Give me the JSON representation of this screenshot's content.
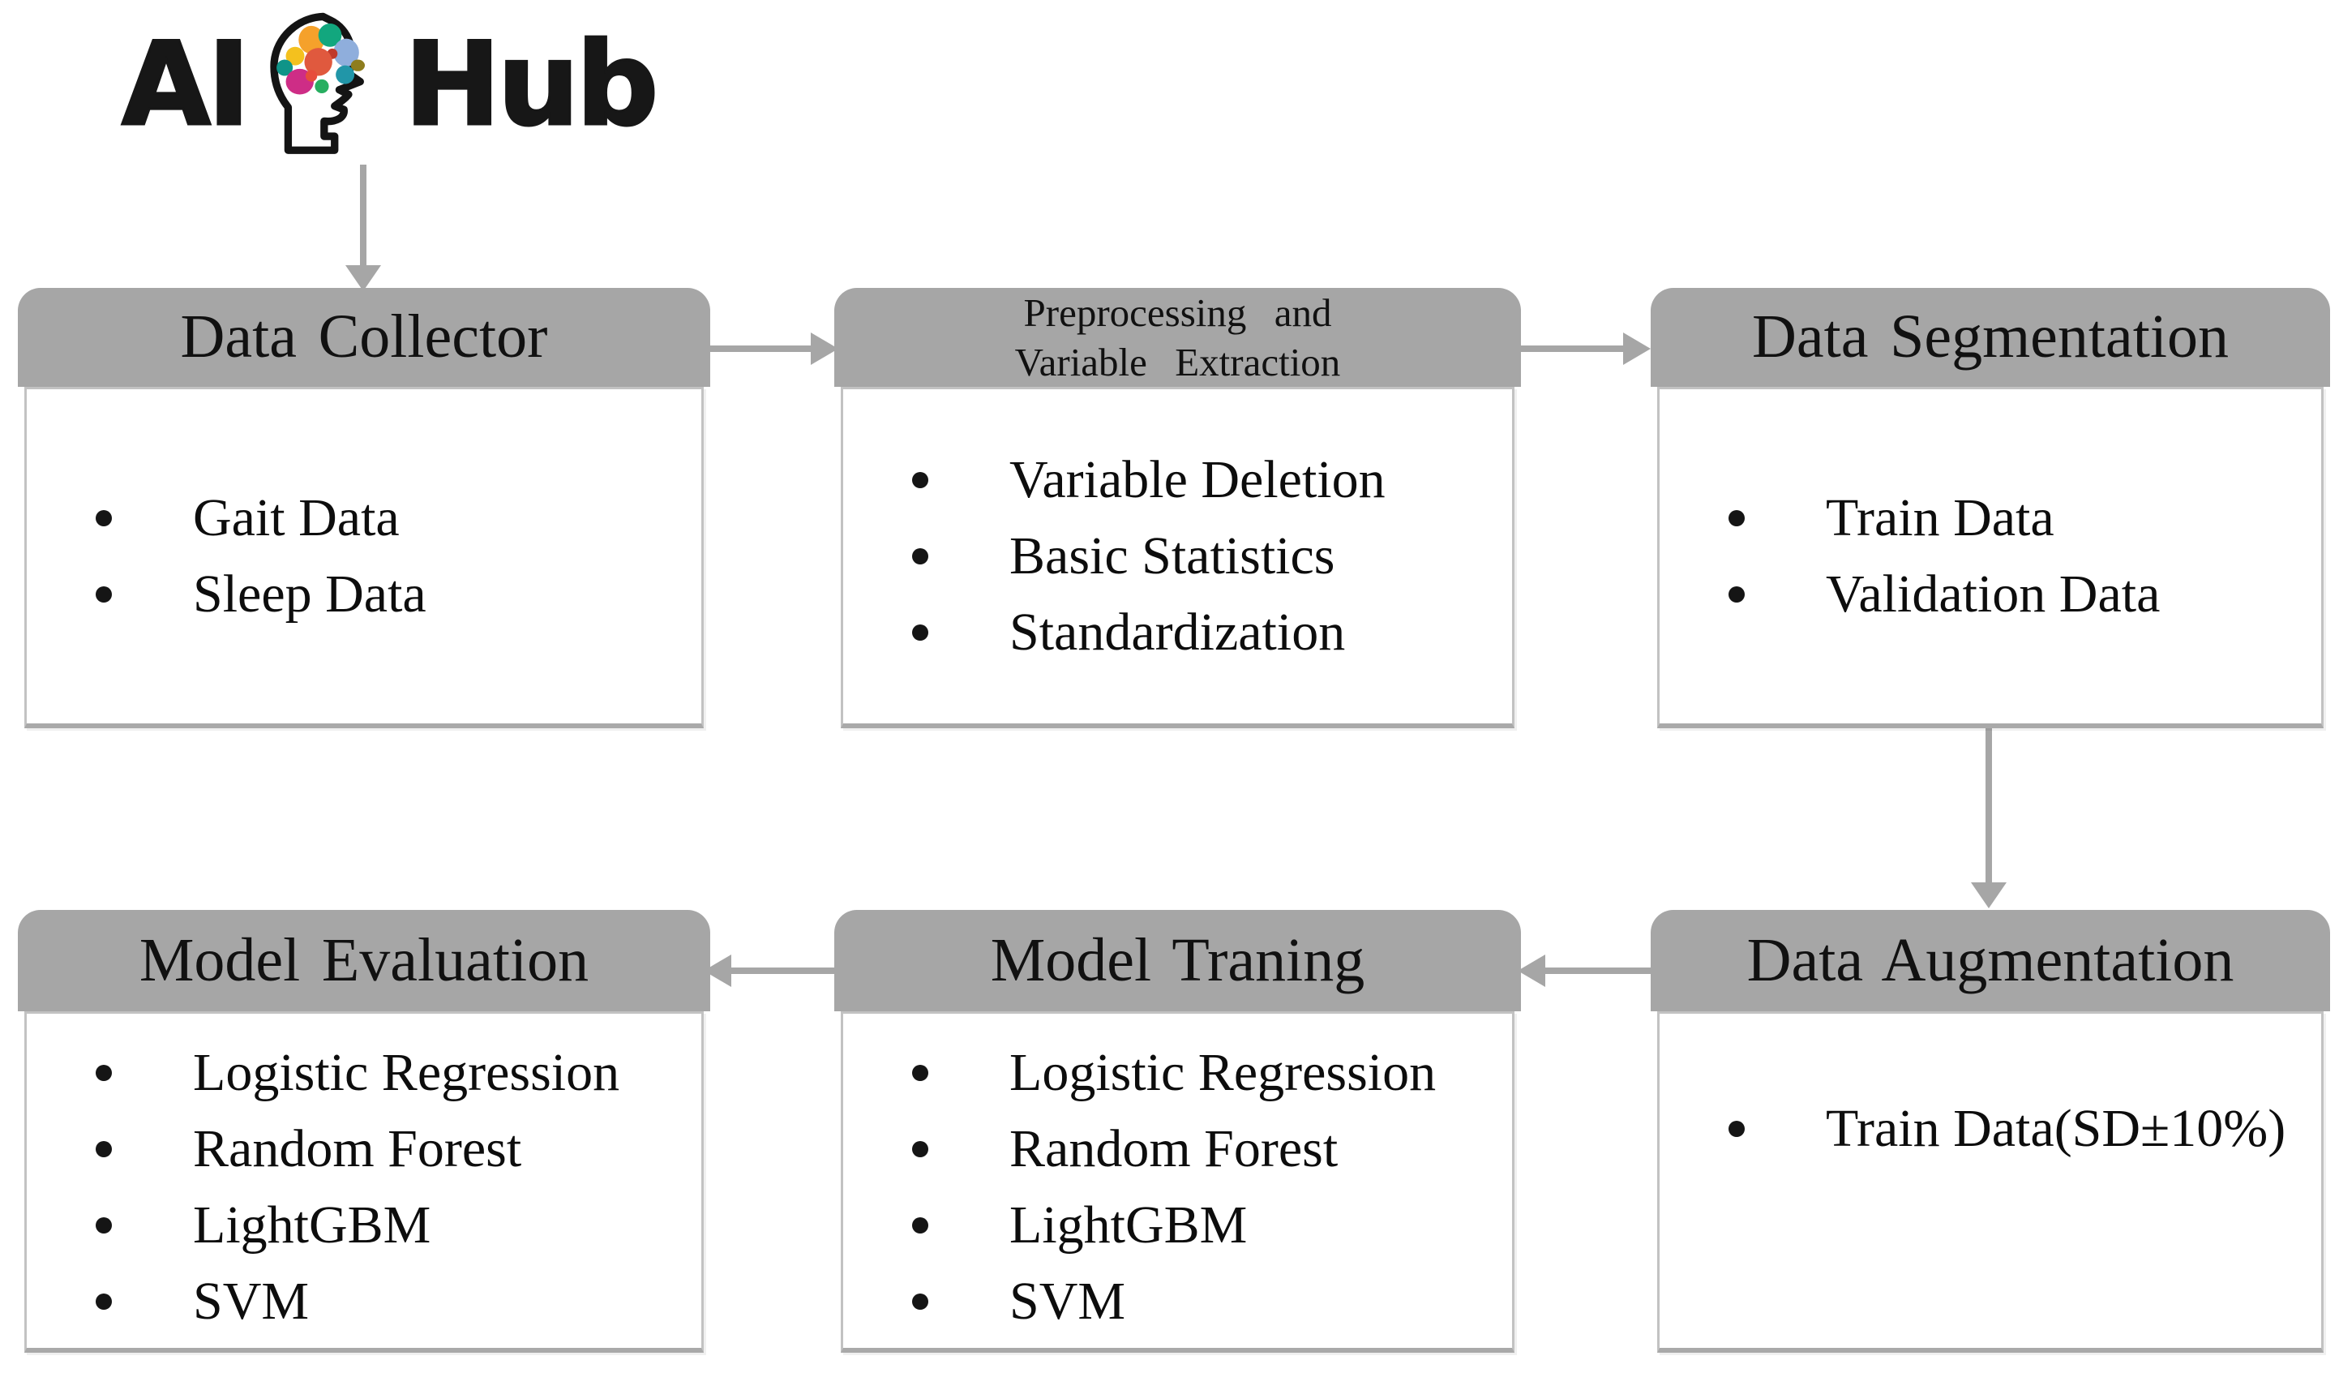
{
  "logo": {
    "text_left": "AI",
    "text_right": "Hub",
    "icon": "head-brain-icon"
  },
  "colors": {
    "header_fill": "#a6a6a6",
    "box_border": "#c2c2c2",
    "arrow": "#a6a6a6",
    "title_text": "#111111",
    "item_text": "#0d0d0d"
  },
  "boxes": [
    {
      "id": "data-collector",
      "title": "Data Collector",
      "items": [
        "Gait Data",
        "Sleep Data"
      ]
    },
    {
      "id": "preprocessing",
      "title": "Preprocessing and\nVariable Extraction",
      "items": [
        "Variable Deletion",
        "Basic Statistics",
        "Standardization"
      ]
    },
    {
      "id": "data-segmentation",
      "title": "Data Segmentation",
      "items": [
        "Train Data",
        "Validation Data"
      ]
    },
    {
      "id": "data-augmentation",
      "title": "Data Augmentation",
      "items": [
        "Train Data(SD±10%)"
      ]
    },
    {
      "id": "model-training",
      "title": "Model Traning",
      "items": [
        "Logistic Regression",
        "Random Forest",
        "LightGBM",
        "SVM"
      ]
    },
    {
      "id": "model-evaluation",
      "title": "Model Evaluation",
      "items": [
        "Logistic Regression",
        "Random Forest",
        "LightGBM",
        "SVM"
      ]
    }
  ],
  "flow": [
    {
      "from": "AI Hub",
      "to": "Data Collector"
    },
    {
      "from": "Data Collector",
      "to": "Preprocessing and Variable Extraction"
    },
    {
      "from": "Preprocessing and Variable Extraction",
      "to": "Data Segmentation"
    },
    {
      "from": "Data Segmentation",
      "to": "Data Augmentation"
    },
    {
      "from": "Data Augmentation",
      "to": "Model Traning"
    },
    {
      "from": "Model Traning",
      "to": "Model Evaluation"
    }
  ]
}
